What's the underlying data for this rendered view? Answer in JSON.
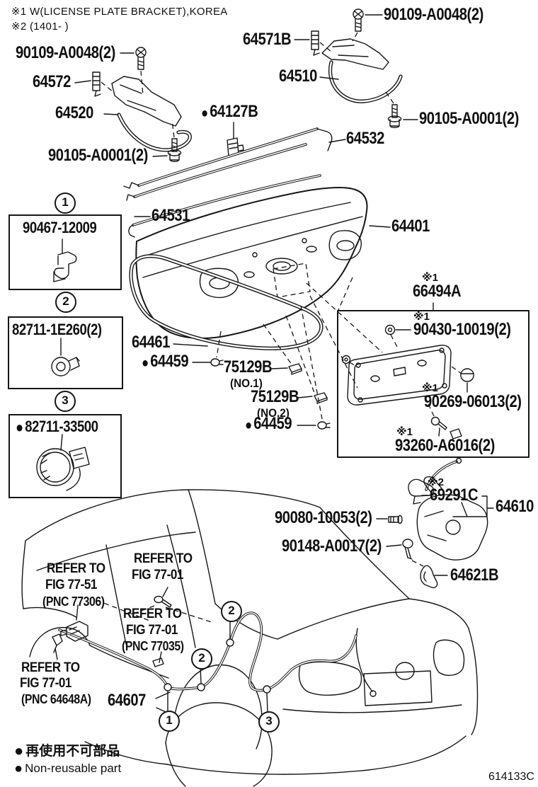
{
  "notes": {
    "line1": "※1 W(LICENSE PLATE BRACKET),KOREA",
    "line2": "※2 (1401-      )"
  },
  "flags": {
    "ast1": "※1",
    "ast2": "※2",
    "bullet": "●"
  },
  "callouts": {
    "one": "1",
    "two": "2",
    "three": "3"
  },
  "parts": {
    "p90109": "90109-A0048(2)",
    "p64572": "64572",
    "p64520": "64520",
    "p90105": "90105-A0001(2)",
    "p64571b": "64571B",
    "p64510": "64510",
    "p64127b": "64127B",
    "p64532": "64532",
    "p64531": "64531",
    "p64401": "64401",
    "p66494a": "66494A",
    "p90430": "90430-10019(2)",
    "p90269": "90269-06013(2)",
    "p93260": "93260-A6016(2)",
    "p64461": "64461",
    "p64459": "64459",
    "p75129b": "75129B",
    "no1": "(NO.1)",
    "no2": "(NO.2)",
    "p69291c": "69291C",
    "p64610": "64610",
    "p90080": "90080-10053(2)",
    "p90148": "90148-A0017(2)",
    "p64621b": "64621B",
    "p64607": "64607",
    "p90467": "90467-12009",
    "p82711_1e260": "82711-1E260(2)",
    "p82711_33500": "82711-33500"
  },
  "refs": {
    "refer_to": "REFER TO",
    "fig_77_51": "FIG 77-51",
    "fig_77_01": "FIG 77-01",
    "pnc_77306": "(PNC 77306)",
    "pnc_77035": "(PNC 77035)",
    "pnc_64648a": "(PNC 64648A)"
  },
  "footer": {
    "legend_cjk": "再使用不可部品",
    "legend_en": "Non-reusable part",
    "code": "614133C"
  }
}
